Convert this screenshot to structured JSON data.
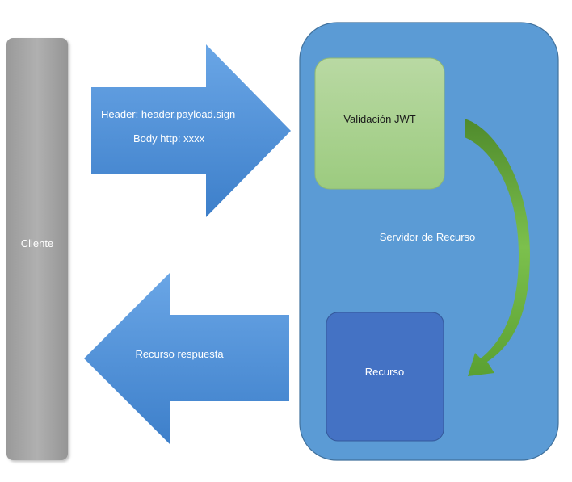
{
  "client": {
    "label": "Cliente"
  },
  "request_arrow": {
    "line1": "Header: header.payload.sign",
    "line2": "Body http: xxxx"
  },
  "server": {
    "label": "Servidor de Recurso"
  },
  "validation": {
    "label": "Validación JWT"
  },
  "resource": {
    "label": "Recurso"
  },
  "response_arrow": {
    "label": "Recurso respuesta"
  },
  "colors": {
    "client_bar": "#a6a6a6",
    "arrow_blue": "#4e8fd4",
    "server_fill": "#5b9bd5",
    "server_stroke": "#41719c",
    "validation_fill": "#a9d08e",
    "resource_fill": "#4472c4",
    "flow_arrow": "#5fa339"
  }
}
